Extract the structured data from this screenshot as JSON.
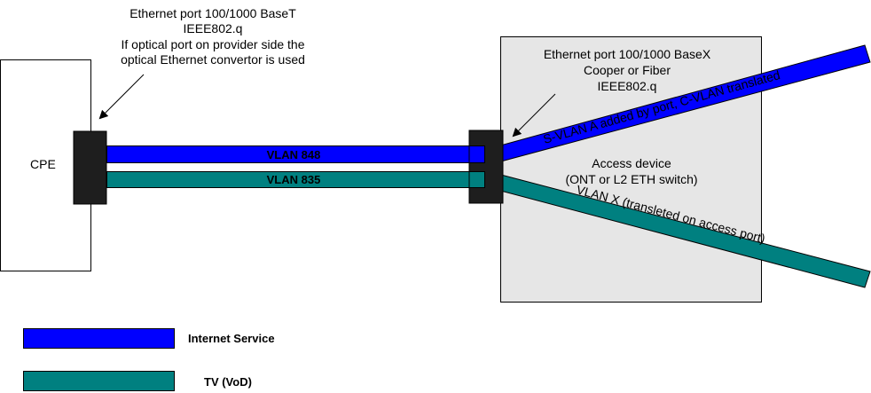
{
  "colors": {
    "internet": "#0000ff",
    "tv": "#008080",
    "port": "#1e1e1e",
    "access_box_fill": "#e6e6e6",
    "outline": "#000000"
  },
  "cpe": {
    "label": "CPE"
  },
  "cpe_port_note": {
    "line1": "Ethernet port 100/1000 BaseT",
    "line2": "IEEE802.q",
    "line3": "If optical port on provider side the",
    "line4": "optical  Ethernet convertor is used"
  },
  "access_port_note": {
    "line1": "Ethernet port 100/1000 BaseX",
    "line2": "Cooper or Fiber",
    "line3": "IEEE802.q"
  },
  "access_device": {
    "line1": "Access device",
    "line2": "(ONT or L2 ETH switch)"
  },
  "links": {
    "vlan_internet": "VLAN 848",
    "vlan_tv": "VLAN 835"
  },
  "uplinks": {
    "internet": "S-VLAN A added by port, C-VLAN translated",
    "tv": "VLAN X (transleted on access port)"
  },
  "legend": {
    "items": [
      {
        "label": "Internet Service",
        "color": "#0000ff"
      },
      {
        "label": "TV (VoD)",
        "color": "#008080"
      }
    ]
  }
}
